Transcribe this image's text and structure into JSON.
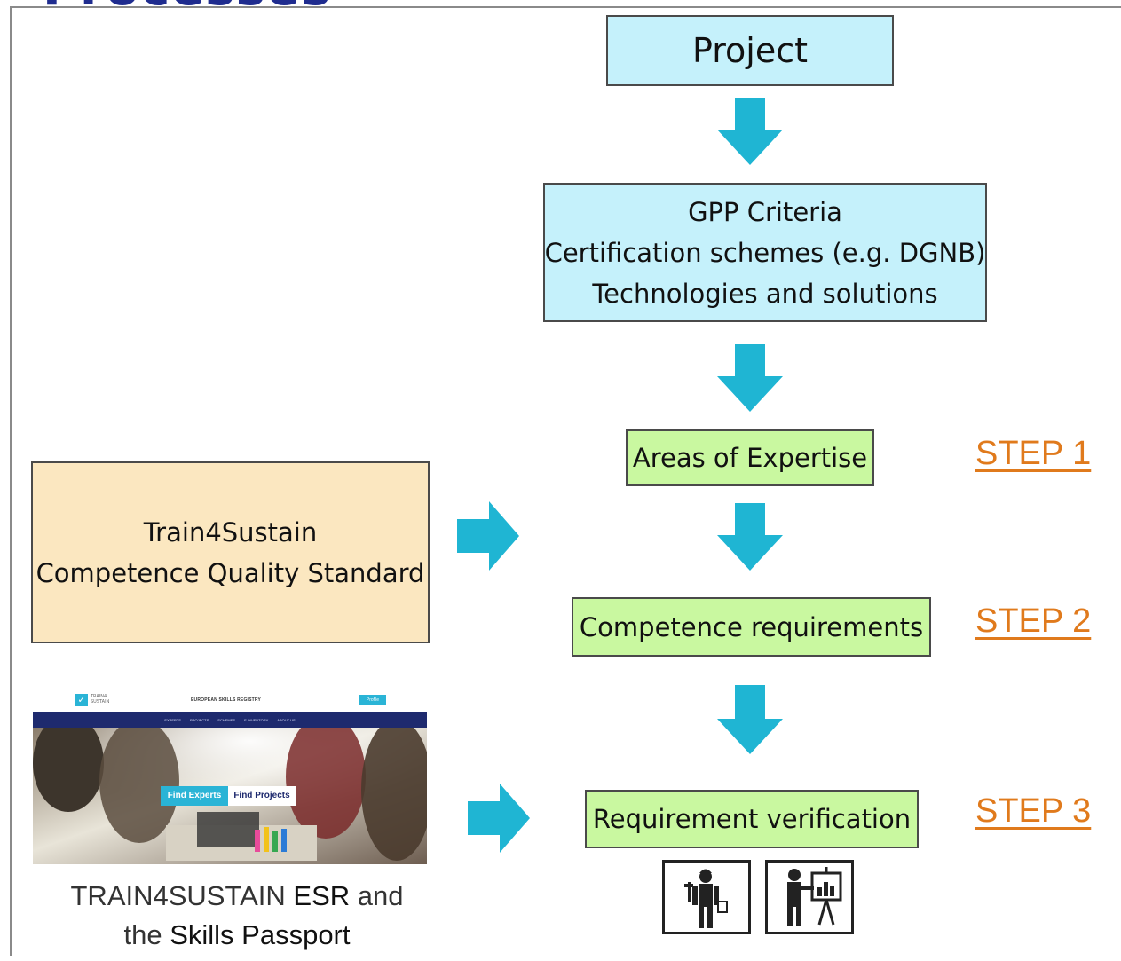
{
  "heading": "Processes",
  "flow": {
    "project": "Project",
    "criteria": [
      "GPP Criteria",
      "Certification schemes (e.g. DGNB)",
      "Technologies and solutions"
    ],
    "areas": "Areas of Expertise",
    "competence": "Competence requirements",
    "verification": "Requirement verification"
  },
  "steps": [
    "STEP 1",
    "STEP 2",
    "STEP 3"
  ],
  "standard": {
    "line1": "Train4Sustain",
    "line2": "Competence Quality Standard"
  },
  "screenshot": {
    "site_title": "EUROPEAN SKILLS REGISTRY",
    "logo_text": [
      "TRAIN4",
      "SUSTAIN"
    ],
    "nav": [
      "EXPERTS",
      "PROJECTS",
      "SCHEMES",
      "E-INVENTORY",
      "ABOUT US"
    ],
    "button": "Profile",
    "tab_experts": "Find Experts",
    "tab_projects": "Find Projects"
  },
  "caption": {
    "line1_pre": "TRAIN4SUSTAIN ",
    "line1_bold": "ESR",
    "line1_post": " and",
    "line2_pre": "the ",
    "line2_bold": "Skills Passport"
  },
  "icons": [
    "worker-icon",
    "presenter-icon"
  ],
  "colors": {
    "heading": "#1f2c8f",
    "cyan_box": "#c5f1fb",
    "green_box": "#c9f8a0",
    "beige_box": "#fbe7c0",
    "arrow": "#1fb5d3",
    "step": "#e07a1c"
  }
}
